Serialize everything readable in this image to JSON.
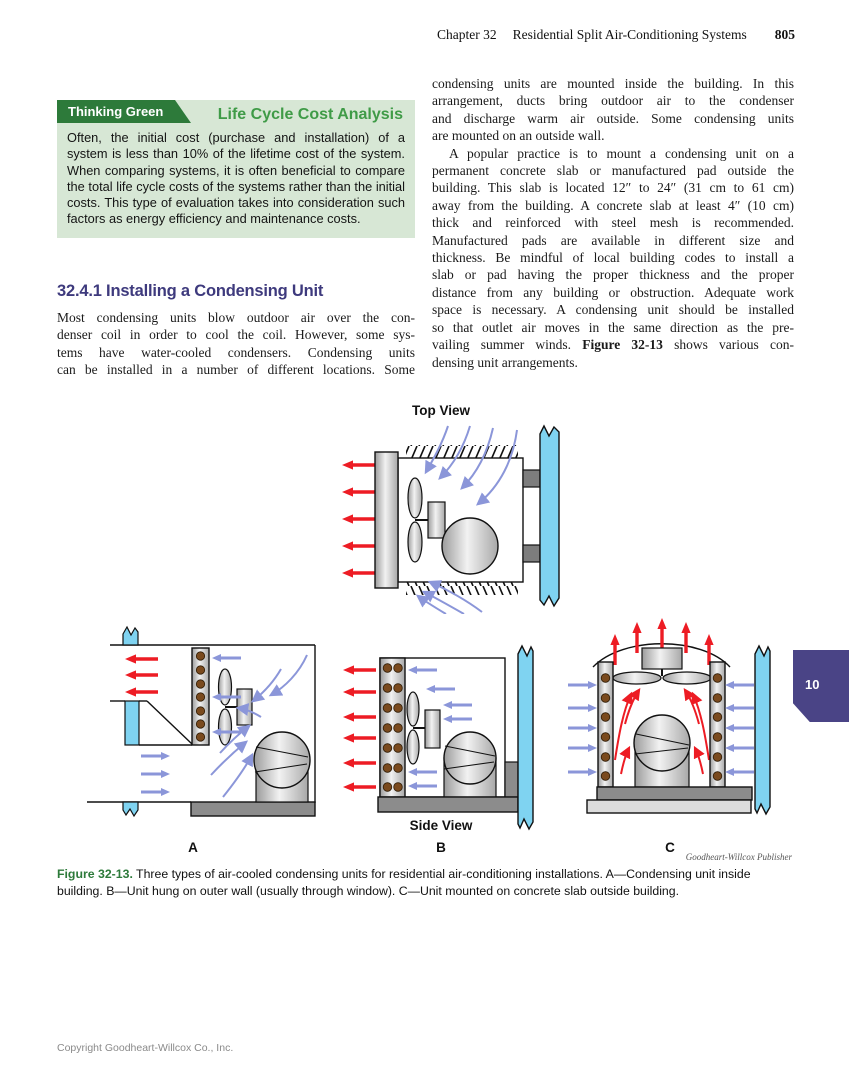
{
  "header": {
    "chapter": "Chapter 32",
    "title": "Residential Split Air-Conditioning Systems",
    "page_number": "805"
  },
  "thinking_green": {
    "tab": "Thinking Green",
    "title": "Life Cycle Cost Analysis",
    "lines": [
      "Often, the initial cost (purchase and installation) of a",
      "system is less than 10% of the lifetime cost of the system.",
      "When comparing systems, it is often beneficial to compare",
      "the total life cycle costs of the systems rather than the initial",
      "costs. This type of evaluation takes into consideration such",
      "factors as energy efficiency and maintenance costs."
    ]
  },
  "section": {
    "heading": "32.4.1 Installing a Condensing Unit",
    "left_lines": [
      "Most condensing units blow outdoor air over the con-",
      "denser coil in order to cool the coil. However, some sys-",
      "tems have water-cooled condensers. Condensing units",
      "can be installed in a number of different locations. Some"
    ]
  },
  "right_column": {
    "p1_lines": [
      "condensing units are mounted inside the building. In this",
      "arrangement, ducts bring outdoor air to the condenser",
      "and discharge warm air outside. Some condensing units",
      "are mounted on an outside wall."
    ],
    "p2_line1": "A popular practice is to mount a condensing unit on a",
    "p2_mid": [
      "permanent concrete slab or manufactured pad outside the",
      "building. This slab is located 12″ to 24″ (31 cm to 61 cm)",
      "away from the building. A concrete slab at least 4″ (10 cm)",
      "thick and reinforced with steel mesh is recommended.",
      "Manufactured pads are available in different size and",
      "thickness. Be mindful of local building codes to install a",
      "slab or pad having the proper thickness and the proper",
      "distance from any building or obstruction. Adequate work",
      "space is necessary. A condensing unit should be installed",
      "so that outlet air moves in the same direction as the pre-"
    ],
    "p2_l12a": "vailing summer winds. ",
    "p2_l12b": "Figure 32-13",
    "p2_l12c": " shows various con-",
    "p2_last": "densing unit arrangements."
  },
  "figure": {
    "top_view": "Top View",
    "side_view": "Side View",
    "label_a": "A",
    "label_b": "B",
    "label_c": "C",
    "credit": "Goodheart-Willcox Publisher",
    "caption_lead": "Figure 32-13.",
    "caption_text": "  Three types of air-cooled condensing units for residential air-conditioning installations. A—Condensing unit inside building. B—Unit hung on outer wall (usually through window). C—Unit mounted on concrete slab outside building."
  },
  "page": {
    "number_tab": "10",
    "footer": "Copyright Goodheart-Willcox Co., Inc."
  },
  "colors": {
    "green_tab_bg": "#2d7a3a",
    "green_box_bg": "#d7e7d5",
    "green_title": "#3f9b47",
    "section_heading": "#3e3a7d",
    "unit_tab_bg": "#4a4486",
    "wall_blue": "#7fd3f1",
    "arrow_red": "#ed1c24",
    "arrow_blue": "#8b96d9",
    "coil_dot_brown": "#7a4a1e",
    "slab_gray": "#8c8c8c",
    "caption_lead_green": "#2d7a3a"
  }
}
